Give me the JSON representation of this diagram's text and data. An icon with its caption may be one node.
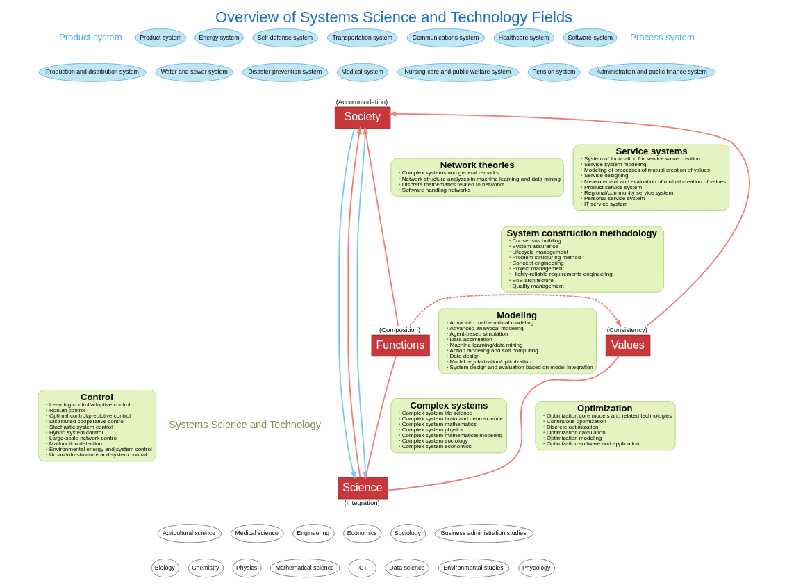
{
  "diagram": {
    "title": "Overview of Systems Science and Technology Fields",
    "nodes": [
      {
        "text": [
          "Society"
        ],
        "beside": [
          "(Accommodation)"
        ]
      },
      {
        "text": [
          "Functions"
        ],
        "beside": [
          "(Composition)"
        ]
      },
      {
        "text": [
          "Values"
        ],
        "beside": [
          "(Consistency)"
        ]
      },
      {
        "text": [
          "Science"
        ],
        "beside": [
          "(Integration)"
        ]
      },
      {
        "text": [
          "Network theories",
          "・Complex systems and general remarks",
          "・Network structure analyses in machine learning and data mining",
          "・Discrete mathematics related to networks",
          "・Software handling networks"
        ]
      },
      {
        "text": [
          "Service systems",
          "・System of foundation for service value creation",
          "・Service system modeling",
          "・Modeling of processes of mutual creation of values",
          "・Service designing",
          "・Measurement and evaluation of mutual creation of values",
          "・Product service system",
          "・Regional/community service system",
          "・Personal service system",
          "・IT service system"
        ]
      },
      {
        "text": [
          "System construction methodology",
          "・Consensus building",
          "・System assurance",
          "・Lifecycle management",
          "・Problem structuring method",
          "・Concept engineering",
          "・Project management",
          "・Highly-reliable requirements engineering",
          "・SoS architecture",
          "・Quality management"
        ]
      },
      {
        "text": [
          "Modeling",
          "・Advanced mathematical modeling",
          "・Advanced analytical modeling",
          "・Agent-based simulation",
          "・Data assimilation",
          "・Machine learning/data mining",
          "・Action modeling and soft computing",
          "・Data design",
          "・Model regularization/optimization",
          "・System design and evaluation based on model integration"
        ]
      },
      {
        "text": [
          "Control",
          "・Learning control/adaptive control",
          "・Robust control",
          "・Optimal control/predictive control",
          "・Distributed cooperative control",
          "・Stochastic system control",
          "・Hybrid system control",
          "・Large-scale network control",
          "・Malfunction detection",
          "・Environmental energy and system control",
          "・Urban infrastructure and system control"
        ]
      },
      {
        "text": [
          "Complex systems",
          "・Complex system life science",
          "・Complex system brain and neuroscience",
          "・Complex system mathematics",
          "・Complex system physics",
          "・Complex system mathematical modeling",
          "・Complex system sociology",
          "・Complex system economics"
        ]
      },
      {
        "text": [
          "Optimization",
          "・Optimization core models and related technologies",
          "・Continuous optimization",
          "・Discrete optimization",
          "・Optimization calculation",
          "・Optimization modeling",
          "・Optimization software and application"
        ]
      },
      {
        "text": [
          "Product system"
        ]
      },
      {
        "text": [
          "Energy system"
        ]
      },
      {
        "text": [
          "Self-defense system"
        ]
      },
      {
        "text": [
          "Transportation system"
        ]
      },
      {
        "text": [
          "Production and distribution system"
        ]
      },
      {
        "text": [
          "Water and sewer system"
        ]
      },
      {
        "text": [
          "Disaster prevention system"
        ]
      },
      {
        "text": [
          "Communications system"
        ]
      },
      {
        "text": [
          "Healthcare system"
        ]
      },
      {
        "text": [
          "Software system"
        ]
      },
      {
        "text": [
          "Administration and public finance system"
        ]
      },
      {
        "text": [
          "Medical system"
        ]
      },
      {
        "text": [
          "Nursing care and public welfare system"
        ]
      },
      {
        "text": [
          "Pension system"
        ]
      },
      {
        "text": [
          "Agricultural science"
        ]
      },
      {
        "text": [
          "Medical science"
        ]
      },
      {
        "text": [
          "Engineering"
        ]
      },
      {
        "text": [
          "Biology"
        ]
      },
      {
        "text": [
          "Chemistry"
        ]
      },
      {
        "text": [
          "Physics"
        ]
      },
      {
        "text": [
          "Mathematical science"
        ]
      },
      {
        "text": [
          "Economics"
        ]
      },
      {
        "text": [
          "Sociology"
        ]
      },
      {
        "text": [
          "Business administration studies"
        ]
      },
      {
        "text": [
          "ICT"
        ]
      },
      {
        "text": [
          "Data science"
        ]
      },
      {
        "text": [
          "Environmental studies"
        ]
      },
      {
        "text": [
          "Phycology"
        ]
      }
    ],
    "edges": [
      {
        "from": 1,
        "to": 0,
        "arrow": "to"
      },
      {
        "from": 2,
        "to": 0,
        "arrow": "to"
      },
      {
        "from": 3,
        "to": 0,
        "arrow": "to"
      },
      {
        "from": 1,
        "to": 3,
        "arrow": "none"
      },
      {
        "from": 2,
        "to": 3,
        "arrow": "none"
      },
      {
        "from": 1,
        "to": 2,
        "arrow": "to",
        "style": "dashed"
      },
      {
        "from": 0,
        "to": 3,
        "arrow": "to",
        "color": "#7cc8ec"
      },
      {
        "from": 0,
        "to": 3,
        "arrow": "to",
        "color": "#7cc8ec"
      }
    ],
    "labels": [
      "Product system",
      "Process system",
      "Systems Science and Technology"
    ]
  }
}
